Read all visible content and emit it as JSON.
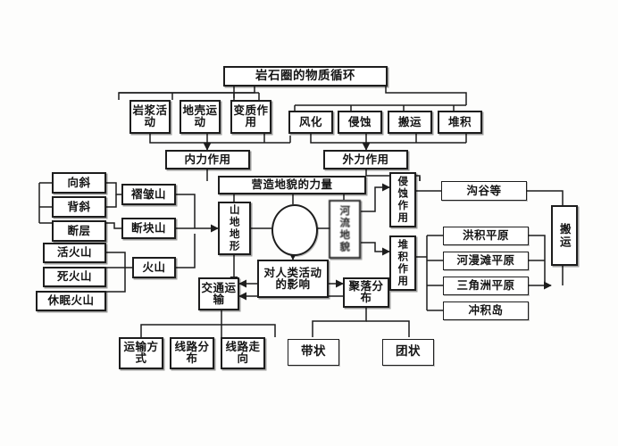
{
  "meta": {
    "title": "岩石圈的物质循环 知识结构图",
    "background_color": "#fdfdfc",
    "line_color": "#1d1d1d",
    "box_fill": "#ffffff"
  },
  "nodes": {
    "root": "岩石圈的物质循环",
    "internal_1": "岩浆活动",
    "internal_2": "地壳运动",
    "internal_3": "变质作用",
    "external_1": "风化",
    "external_2": "侵蚀",
    "external_3": "搬运",
    "external_4": "堆积",
    "inner_force": "内力作用",
    "outer_force": "外力作用",
    "shaping_force": "营造地貌的力量",
    "syncline": "向斜",
    "anticline": "背斜",
    "fault": "断层",
    "fold_mountain": "褶皱山",
    "block_mountain": "断块山",
    "active_volcano": "活火山",
    "dead_volcano": "死火山",
    "dormant_volcano": "休眠火山",
    "volcano": "火山",
    "mountain_landform": "山地地形",
    "river_landform": "河流地貌",
    "human_impact": "对人类活动的影响",
    "transport": "交通运输",
    "settlement": "聚落分布",
    "erosion_action": "侵蚀作用",
    "deposition_action": "堆积作用",
    "gully": "沟谷等",
    "alluvial_fan_plain": "洪积平原",
    "floodplain": "河漫滩平原",
    "delta_plain": "三角洲平原",
    "alluvial_island": "冲积岛",
    "transportation_action": "搬运",
    "transport_mode": "运输方式",
    "route_distribution": "线路分布",
    "route_direction": "线路走向",
    "belt_shape": "带状",
    "cluster_shape": "团状",
    "center_hub": ""
  },
  "chart_data": {
    "type": "diagram",
    "title": "岩石圈的物质循环",
    "layout": "hierarchical concept map",
    "levels": [
      {
        "level": 1,
        "items": [
          "岩石圈的物质循环"
        ]
      },
      {
        "level": 2,
        "items": [
          "岩浆活动",
          "地壳运动",
          "变质作用",
          "风化",
          "侵蚀",
          "搬运",
          "堆积"
        ]
      },
      {
        "level": 3,
        "items": [
          "内力作用",
          "外力作用"
        ]
      },
      {
        "level": 4,
        "items": [
          "营造地貌的力量"
        ]
      },
      {
        "level": 5,
        "items": [
          "山地地形",
          "河流地貌"
        ]
      },
      {
        "level": 6,
        "items": [
          "对人类活动的影响",
          "交通运输",
          "聚落分布"
        ]
      },
      {
        "level": 7,
        "items": [
          "运输方式",
          "线路分布",
          "线路走向",
          "带状",
          "团状"
        ]
      }
    ],
    "edges": [
      {
        "from": "岩石圈的物质循环",
        "to": "岩浆活动"
      },
      {
        "from": "岩石圈的物质循环",
        "to": "地壳运动"
      },
      {
        "from": "岩石圈的物质循环",
        "to": "变质作用"
      },
      {
        "from": "岩石圈的物质循环",
        "to": "风化"
      },
      {
        "from": "岩石圈的物质循环",
        "to": "侵蚀"
      },
      {
        "from": "岩石圈的物质循环",
        "to": "搬运"
      },
      {
        "from": "岩石圈的物质循环",
        "to": "堆积"
      },
      {
        "from": "岩浆活动",
        "to": "内力作用"
      },
      {
        "from": "地壳运动",
        "to": "内力作用"
      },
      {
        "from": "变质作用",
        "to": "内力作用"
      },
      {
        "from": "风化",
        "to": "外力作用"
      },
      {
        "from": "侵蚀",
        "to": "外力作用"
      },
      {
        "from": "搬运",
        "to": "外力作用"
      },
      {
        "from": "堆积",
        "to": "外力作用"
      },
      {
        "from": "内力作用",
        "to": "营造地貌的力量"
      },
      {
        "from": "外力作用",
        "to": "营造地貌的力量"
      },
      {
        "from": "营造地貌的力量",
        "to": "山地地形"
      },
      {
        "from": "营造地貌的力量",
        "to": "河流地貌"
      },
      {
        "from": "向斜",
        "to": "褶皱山"
      },
      {
        "from": "背斜",
        "to": "褶皱山"
      },
      {
        "from": "断层",
        "to": "断块山"
      },
      {
        "from": "活火山",
        "to": "火山"
      },
      {
        "from": "死火山",
        "to": "火山"
      },
      {
        "from": "休眠火山",
        "to": "火山"
      },
      {
        "from": "褶皱山",
        "to": "山地地形"
      },
      {
        "from": "断块山",
        "to": "山地地形"
      },
      {
        "from": "火山",
        "to": "山地地形"
      },
      {
        "from": "山地地形",
        "to": "对人类活动的影响"
      },
      {
        "from": "河流地貌",
        "to": "对人类活动的影响"
      },
      {
        "from": "对人类活动的影响",
        "to": "交通运输"
      },
      {
        "from": "对人类活动的影响",
        "to": "聚落分布"
      },
      {
        "from": "山地地形",
        "to": "交通运输"
      },
      {
        "from": "交通运输",
        "to": "运输方式"
      },
      {
        "from": "交通运输",
        "to": "线路分布"
      },
      {
        "from": "交通运输",
        "to": "线路走向"
      },
      {
        "from": "聚落分布",
        "to": "带状"
      },
      {
        "from": "聚落分布",
        "to": "团状"
      },
      {
        "from": "河流地貌",
        "to": "侵蚀作用"
      },
      {
        "from": "河流地貌",
        "to": "堆积作用"
      },
      {
        "from": "侵蚀作用",
        "to": "沟谷等"
      },
      {
        "from": "堆积作用",
        "to": "洪积平原"
      },
      {
        "from": "堆积作用",
        "to": "河漫滩平原"
      },
      {
        "from": "堆积作用",
        "to": "三角洲平原"
      },
      {
        "from": "堆积作用",
        "to": "冲积岛"
      },
      {
        "from": "沟谷等",
        "to": "搬运"
      },
      {
        "from": "搬运",
        "to": "三角洲平原"
      }
    ]
  }
}
